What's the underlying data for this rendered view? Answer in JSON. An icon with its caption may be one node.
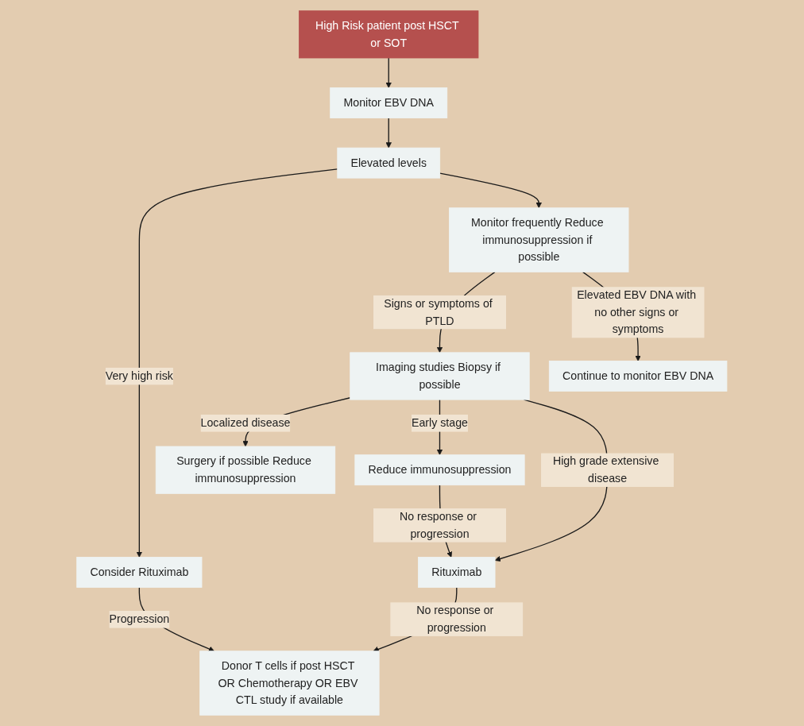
{
  "diagram": {
    "nodes": [
      {
        "text": [
          "High Risk patient post HSCT or SOT"
        ]
      },
      {
        "text": [
          "Monitor EBV DNA"
        ]
      },
      {
        "text": [
          "Elevated levels"
        ]
      },
      {
        "text": [
          "Consider Rituximab"
        ]
      },
      {
        "text": [
          "Monitor frequently Reduce immunosuppression if possible"
        ]
      },
      {
        "text": [
          "Imaging studies Biopsy if possible"
        ]
      },
      {
        "text": [
          "Continue to monitor EBV DNA"
        ]
      },
      {
        "text": [
          "Surgery if possible Reduce immunosuppression"
        ]
      },
      {
        "text": [
          "Reduce immunosuppression"
        ]
      },
      {
        "text": [
          "Rituximab"
        ]
      },
      {
        "text": [
          "Donor T cells if post HSCT OR Chemotherapy OR EBV CTL study if available"
        ]
      }
    ],
    "edges": [
      {
        "from": 0,
        "to": 1,
        "arrow": "to"
      },
      {
        "from": 1,
        "to": 2,
        "arrow": "to"
      },
      {
        "from": 2,
        "to": 3,
        "arrow": "to",
        "label": "Very high risk"
      },
      {
        "from": 2,
        "to": 4,
        "arrow": "to"
      },
      {
        "from": 3,
        "to": 10,
        "arrow": "to",
        "label": "Progression"
      },
      {
        "from": 4,
        "to": 5,
        "arrow": "to",
        "label": "Signs or symptoms of PTLD"
      },
      {
        "from": 4,
        "to": 6,
        "arrow": "to",
        "label": "Elevated EBV DNA with no other signs or symptoms"
      },
      {
        "from": 5,
        "to": 7,
        "arrow": "to",
        "label": "Localized disease"
      },
      {
        "from": 5,
        "to": 8,
        "arrow": "to",
        "label": "Early stage"
      },
      {
        "from": 5,
        "to": 9,
        "arrow": "to",
        "label": "High grade extensive disease"
      },
      {
        "from": 8,
        "to": 9,
        "arrow": "to",
        "label": "No response or progression"
      },
      {
        "from": 9,
        "to": 10,
        "arrow": "to",
        "label": "No response or progression"
      }
    ]
  }
}
